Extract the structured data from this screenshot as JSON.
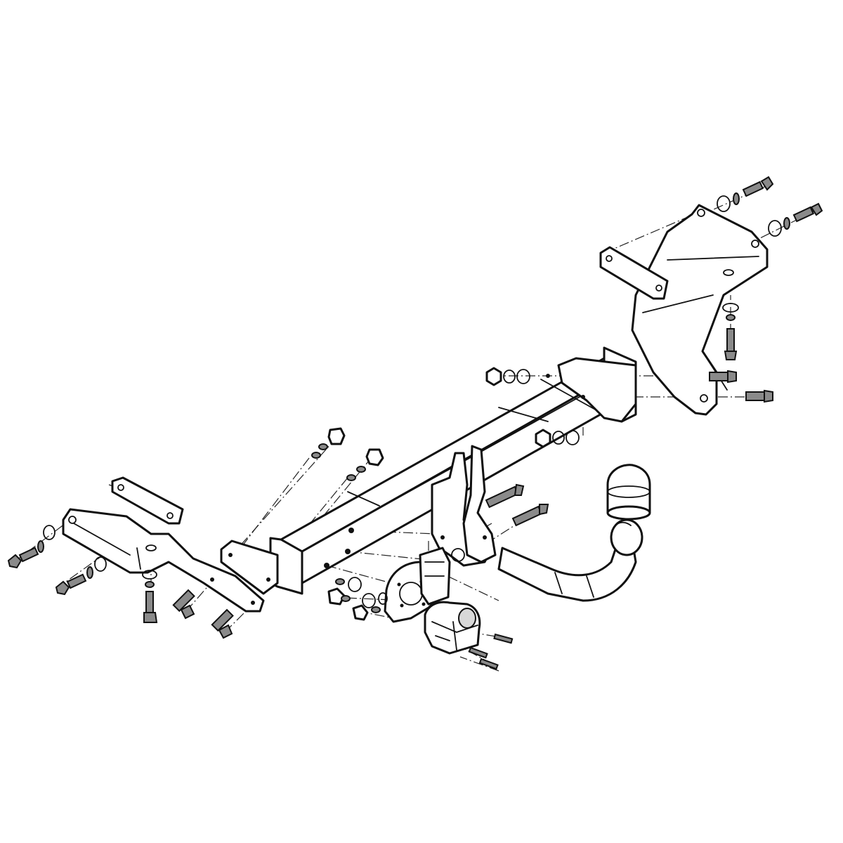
{
  "diagram": {
    "type": "exploded-assembly",
    "parts": [
      "cross-beam",
      "left-side-bracket",
      "right-side-bracket",
      "left-spacer-plate",
      "right-spacer-plate",
      "tow-ball-neck",
      "tow-ball-cover",
      "electrical-socket",
      "socket-mounting-plate",
      "mounting-bolts",
      "nuts-and-washers"
    ],
    "colors": {
      "line": "#111111",
      "background": "#ffffff",
      "hardware_fill": "#8a8a8a"
    }
  }
}
